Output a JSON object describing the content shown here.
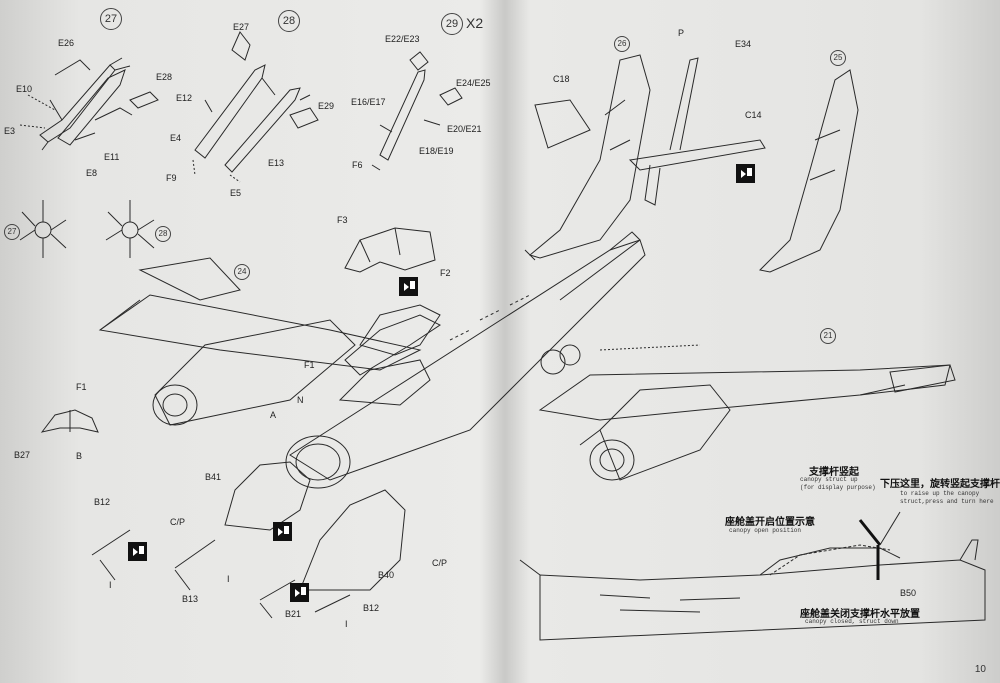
{
  "page_number": "10",
  "step_numbers": {
    "s27": "27",
    "s28": "28",
    "s29": "29",
    "s29_mult": "X2",
    "s26": "26",
    "s25": "25",
    "s24": "24",
    "s21": "21",
    "small27": "27",
    "small28": "28"
  },
  "parts": {
    "E26": "E26",
    "E10": "E10",
    "E3": "E3",
    "E11": "E11",
    "E8": "E8",
    "E28": "E28",
    "E27": "E27",
    "E12": "E12",
    "E4": "E4",
    "F9": "F9",
    "E5": "E5",
    "E13": "E13",
    "E29": "E29",
    "E22_E23": "E22/E23",
    "E24_E25": "E24/E25",
    "E16_E17": "E16/E17",
    "E20_E21": "E20/E21",
    "F6": "F6",
    "E18_E19": "E18/E19",
    "P": "P",
    "E34": "E34",
    "C18": "C18",
    "C14": "C14",
    "F3": "F3",
    "F2": "F2",
    "F1_canopy": "F1",
    "F1_detail": "F1",
    "N": "N",
    "A": "A",
    "B27": "B27",
    "B": "B",
    "B41": "B41",
    "B12_left": "B12",
    "CP_left": "C/P",
    "I_left": "I",
    "B13": "B13",
    "I_bottom": "I",
    "B21": "B21",
    "B12_bottom": "B12",
    "I_bottom2": "I",
    "B40": "B40",
    "CP_right": "C/P",
    "B50": "B50"
  },
  "inset": {
    "strut_up_cn": "支撑杆竖起",
    "strut_up_en1": "canopy struct up",
    "strut_up_en2": "(for display purpose)",
    "press_cn": "下压这里，旋转竖起支撑杆",
    "press_en1": "to raise up the canopy",
    "press_en2": "struct,press and turn here",
    "open_cn": "座舱盖开启位置示意",
    "open_en": "canopy open position",
    "closed_cn": "座舱盖关闭支撑杆水平放置",
    "closed_en": "canopy closed, struct down"
  },
  "colors": {
    "paper": "#e8e8e6",
    "ink": "#222222",
    "glue_icon": "#111111"
  },
  "icons": [
    "cement-glue-icon"
  ]
}
